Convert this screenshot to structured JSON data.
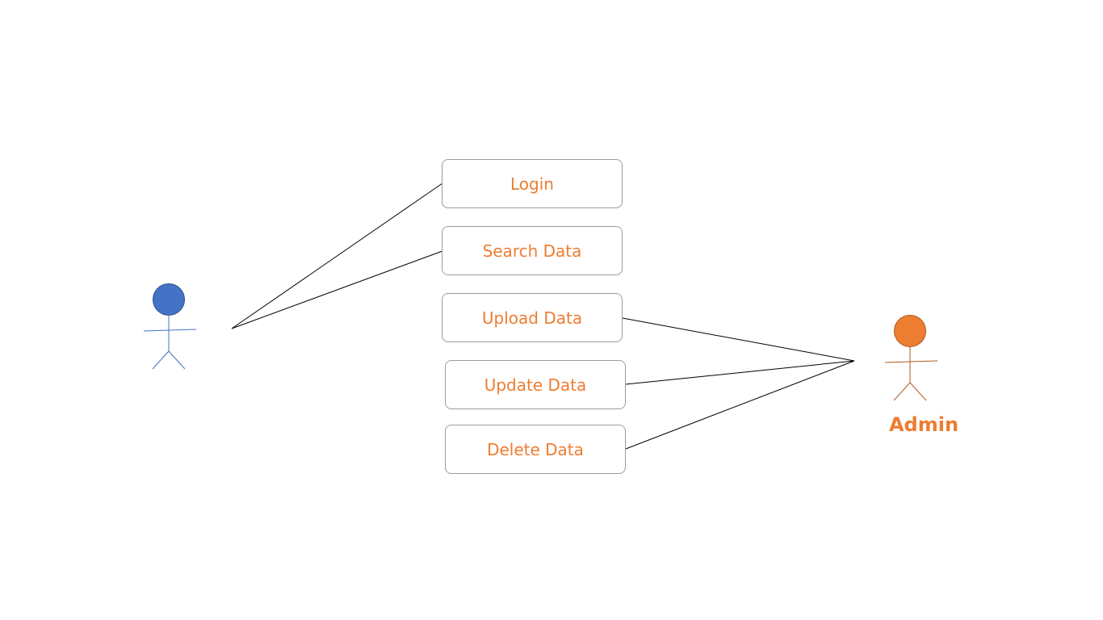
{
  "colors": {
    "accent": "#ED7D31",
    "user_actor": "#4472C4",
    "box_border": "#9c9c9c",
    "line": "#000000"
  },
  "actors": {
    "user": {
      "label": ""
    },
    "admin": {
      "label": "Admin"
    }
  },
  "use_cases": {
    "login": "Login",
    "search": "Search Data",
    "upload": "Upload Data",
    "update": "Update Data",
    "delete": "Delete Data"
  },
  "associations": [
    {
      "from": "user",
      "to": "login"
    },
    {
      "from": "user",
      "to": "search"
    },
    {
      "from": "admin",
      "to": "upload"
    },
    {
      "from": "admin",
      "to": "update"
    },
    {
      "from": "admin",
      "to": "delete"
    }
  ]
}
